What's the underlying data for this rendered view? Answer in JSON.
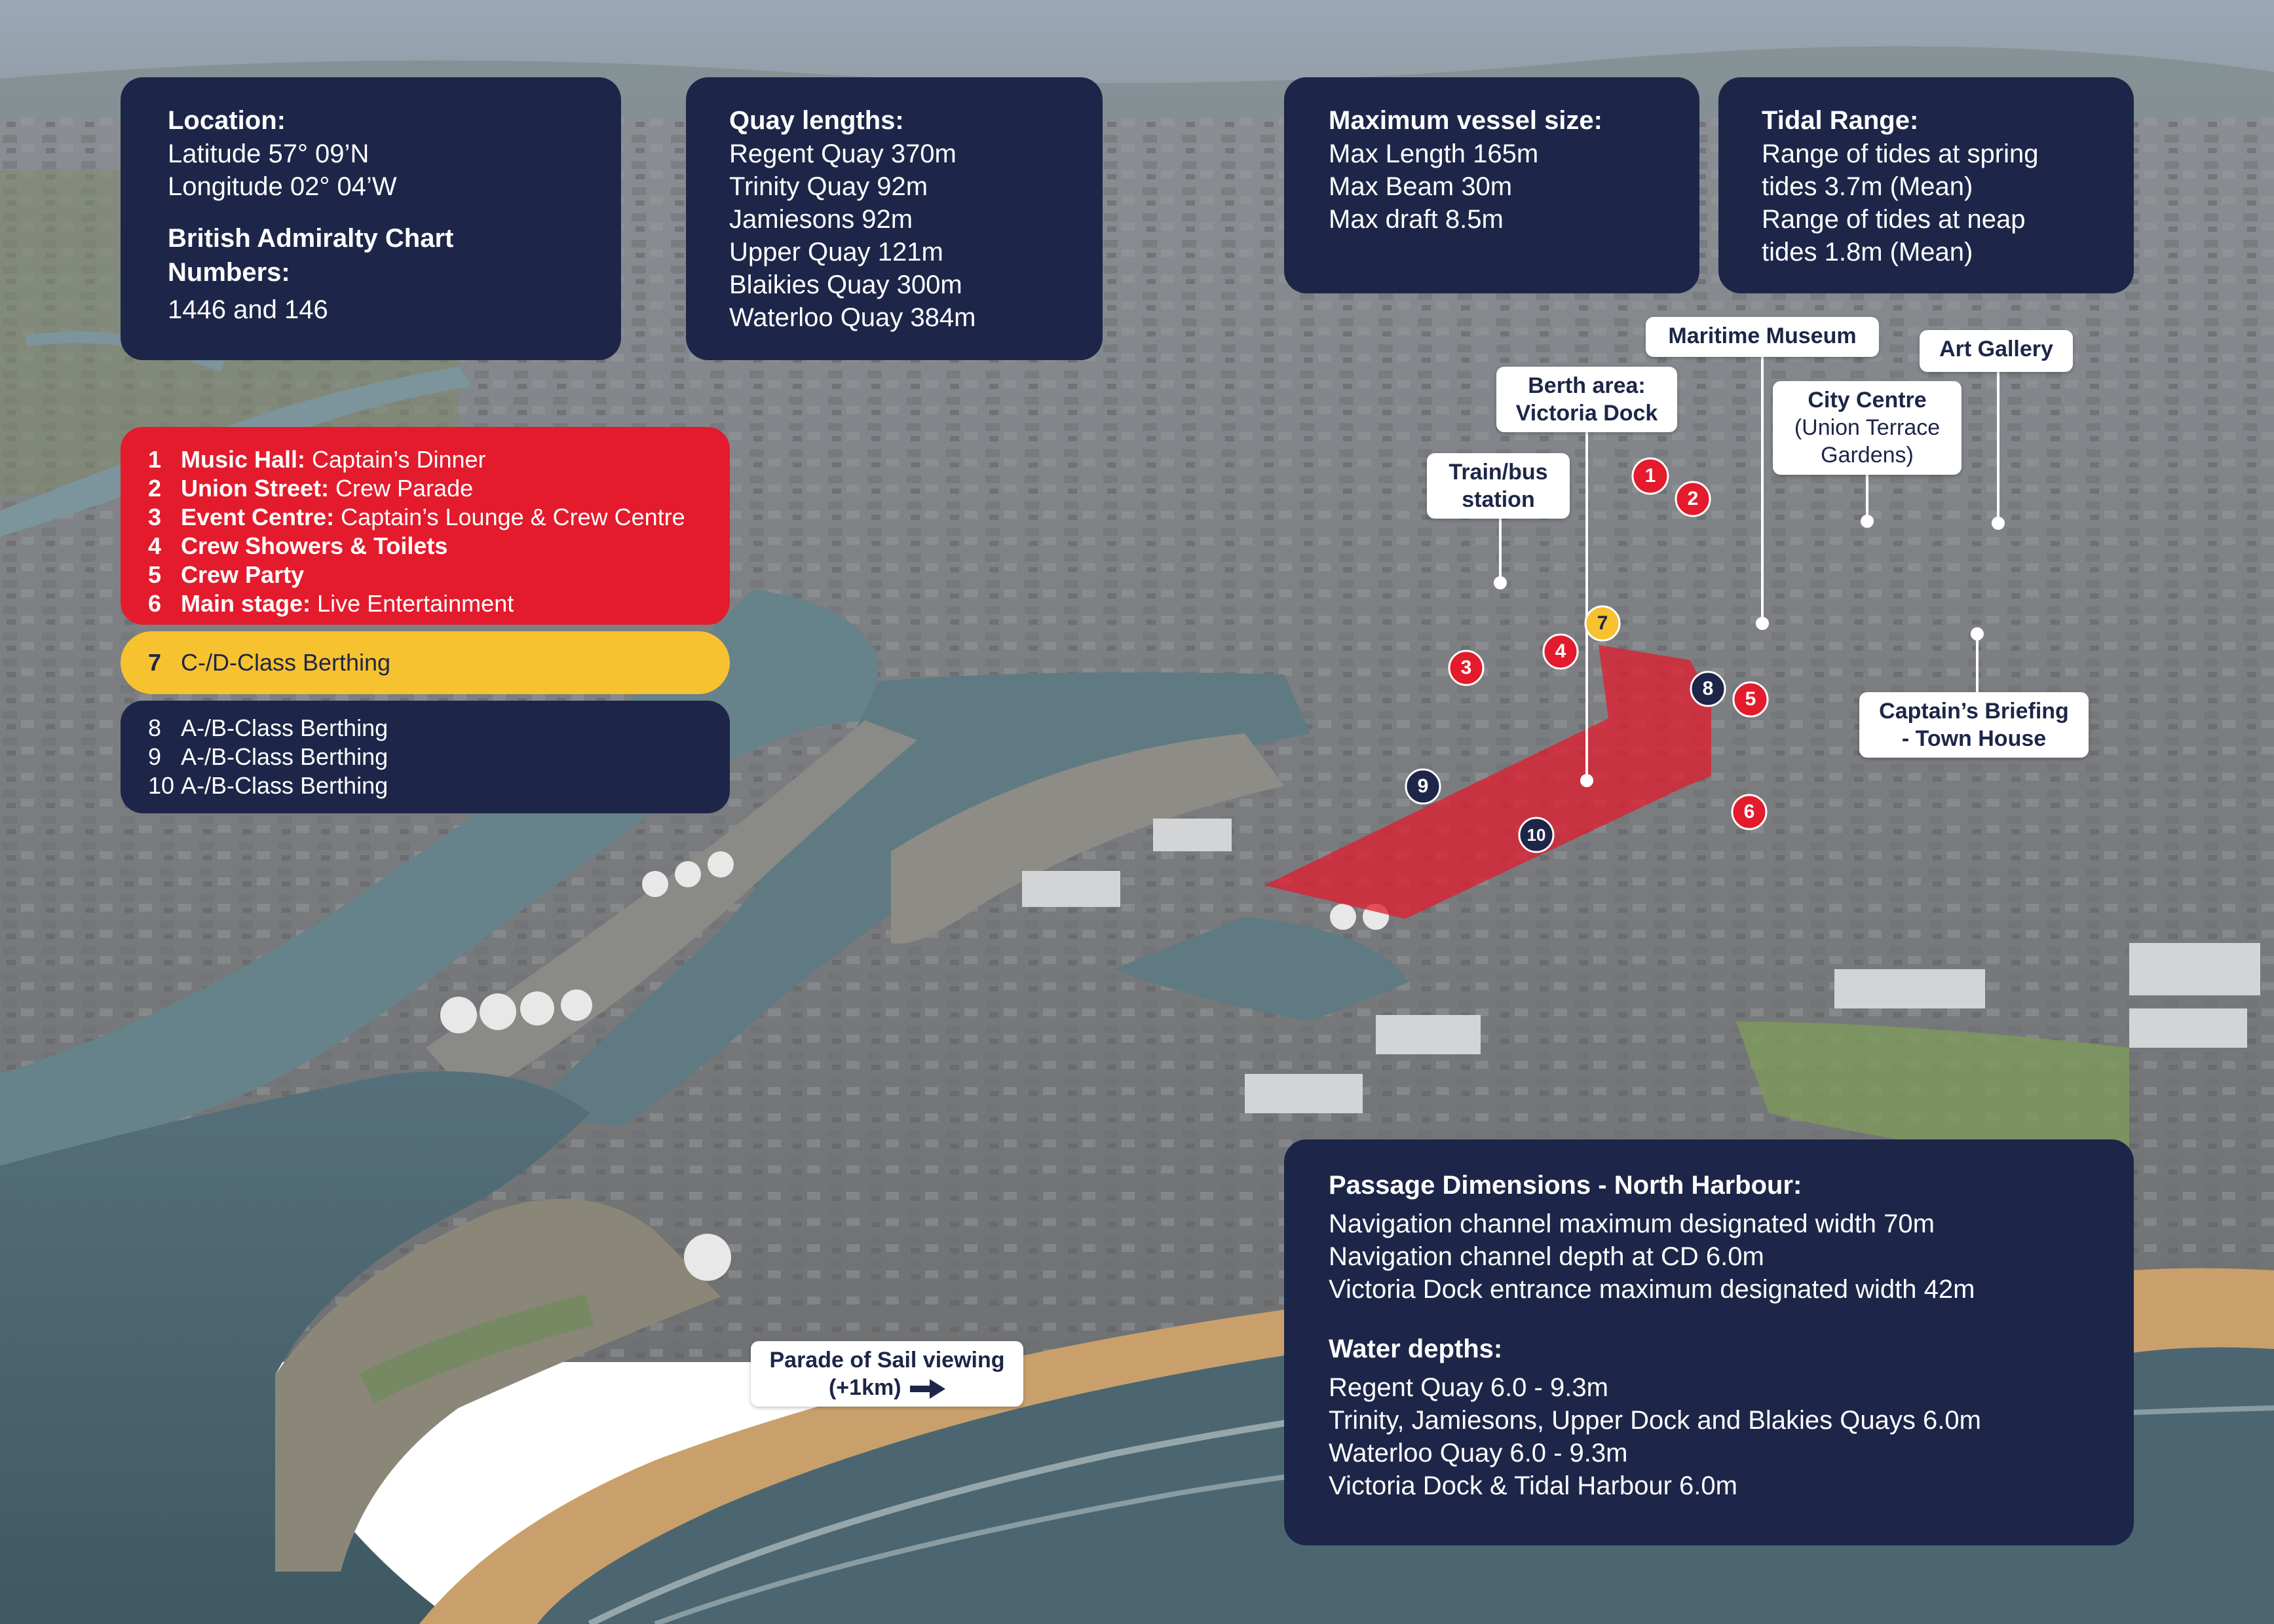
{
  "colors": {
    "panel": "#1d2648",
    "red": "#e31b2d",
    "yellow": "#f7c22f",
    "berth_overlay": "#e31b2d",
    "sea": "#4d6670",
    "river": "#66828a",
    "sand": "#c9a06c"
  },
  "location": {
    "heading": "Location:",
    "lat": "Latitude 57° 09’N",
    "lon": "Longitude 02° 04’W",
    "chart_heading": "British Admiralty Chart Numbers:",
    "chart_numbers": "1446 and 146"
  },
  "quay_lengths": {
    "heading": "Quay lengths:",
    "items": [
      "Regent Quay 370m",
      "Trinity Quay 92m",
      "Jamiesons 92m",
      "Upper Quay 121m",
      "Blaikies Quay 300m",
      "Waterloo Quay 384m"
    ]
  },
  "vessel_size": {
    "heading": "Maximum vessel size:",
    "items": [
      "Max Length 165m",
      "Max Beam 30m",
      "Max draft 8.5m"
    ]
  },
  "tidal_range": {
    "heading": "Tidal Range:",
    "items": [
      "Range of tides at spring",
      "tides 3.7m (Mean)",
      "Range of tides at neap",
      "tides 1.8m (Mean)"
    ]
  },
  "passage": {
    "heading": "Passage Dimensions - North Harbour:",
    "items": [
      "Navigation channel maximum designated width 70m",
      "Navigation channel depth at CD 6.0m",
      "Victoria Dock entrance maximum designated width 42m"
    ],
    "depth_heading": "Water depths:",
    "depth_items": [
      "Regent Quay 6.0 - 9.3m",
      "Trinity, Jamiesons, Upper Dock and Blakies Quays 6.0m",
      "Waterloo Quay 6.0 - 9.3m",
      "Victoria Dock & Tidal Harbour 6.0m"
    ]
  },
  "legend_red": [
    {
      "num": "1",
      "bold": "Music Hall:",
      "rest": " Captain’s Dinner"
    },
    {
      "num": "2",
      "bold": "Union Street:",
      "rest": " Crew Parade"
    },
    {
      "num": "3",
      "bold": "Event Centre:",
      "rest": " Captain’s Lounge & Crew Centre"
    },
    {
      "num": "4",
      "bold": "Crew Showers & Toilets",
      "rest": ""
    },
    {
      "num": "5",
      "bold": "Crew Party",
      "rest": ""
    },
    {
      "num": "6",
      "bold": "Main stage:",
      "rest": " Live Entertainment"
    }
  ],
  "legend_yellow": {
    "num": "7",
    "label": "C-/D-Class Berthing"
  },
  "legend_navy": [
    {
      "num": "8",
      "label": "A-/B-Class Berthing"
    },
    {
      "num": "9",
      "label": "A-/B-Class Berthing"
    },
    {
      "num": "10",
      "label": "A-/B-Class Berthing"
    }
  ],
  "callouts": {
    "maritime_museum": "Maritime Museum",
    "art_gallery": "Art Gallery",
    "berth_area_1": "Berth area:",
    "berth_area_2": "Victoria Dock",
    "city_centre_1": "City Centre",
    "city_centre_2": "(Union Terrace",
    "city_centre_3": "Gardens)",
    "train_1": "Train/bus",
    "train_2": "station",
    "briefing_1": "Captain’s Briefing",
    "briefing_2": "- Town House",
    "parade_1": "Parade of Sail viewing",
    "parade_2": "(+1km)"
  },
  "pins": {
    "p1": "1",
    "p2": "2",
    "p3": "3",
    "p4": "4",
    "p5": "5",
    "p6": "6",
    "p7": "7",
    "p8": "8",
    "p9": "9",
    "p10": "10"
  }
}
